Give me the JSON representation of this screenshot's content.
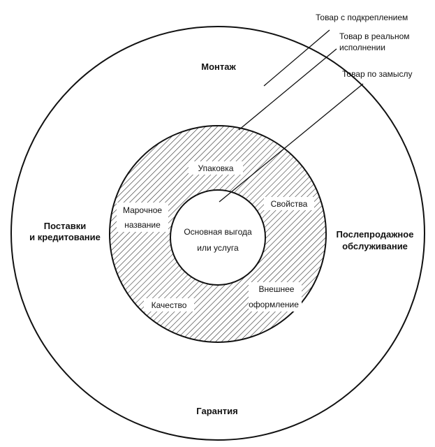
{
  "colors": {
    "ink": "#111111",
    "background": "#ffffff",
    "hatch": "#222222"
  },
  "callouts": {
    "augmented": "Товар с подкреплением",
    "actual_line1": "Товар в реальном",
    "actual_line2": "исполнении",
    "core": "Товар по замыслу"
  },
  "outer_ring": {
    "installation": "Монтаж",
    "delivery_line1": "Поставки",
    "delivery_line2": "и кредитование",
    "after_sales_line1": "Послепродажное",
    "after_sales_line2": "обслуживание",
    "warranty": "Гарантия"
  },
  "middle_ring": {
    "packaging": "Упаковка",
    "brand_line1": "Марочное",
    "brand_line2": "название",
    "properties": "Свойства",
    "design_line1": "Внешнее",
    "design_line2": "оформление",
    "quality": "Качество"
  },
  "core": {
    "line1": "Основная выгода",
    "line2": "или услуга"
  }
}
